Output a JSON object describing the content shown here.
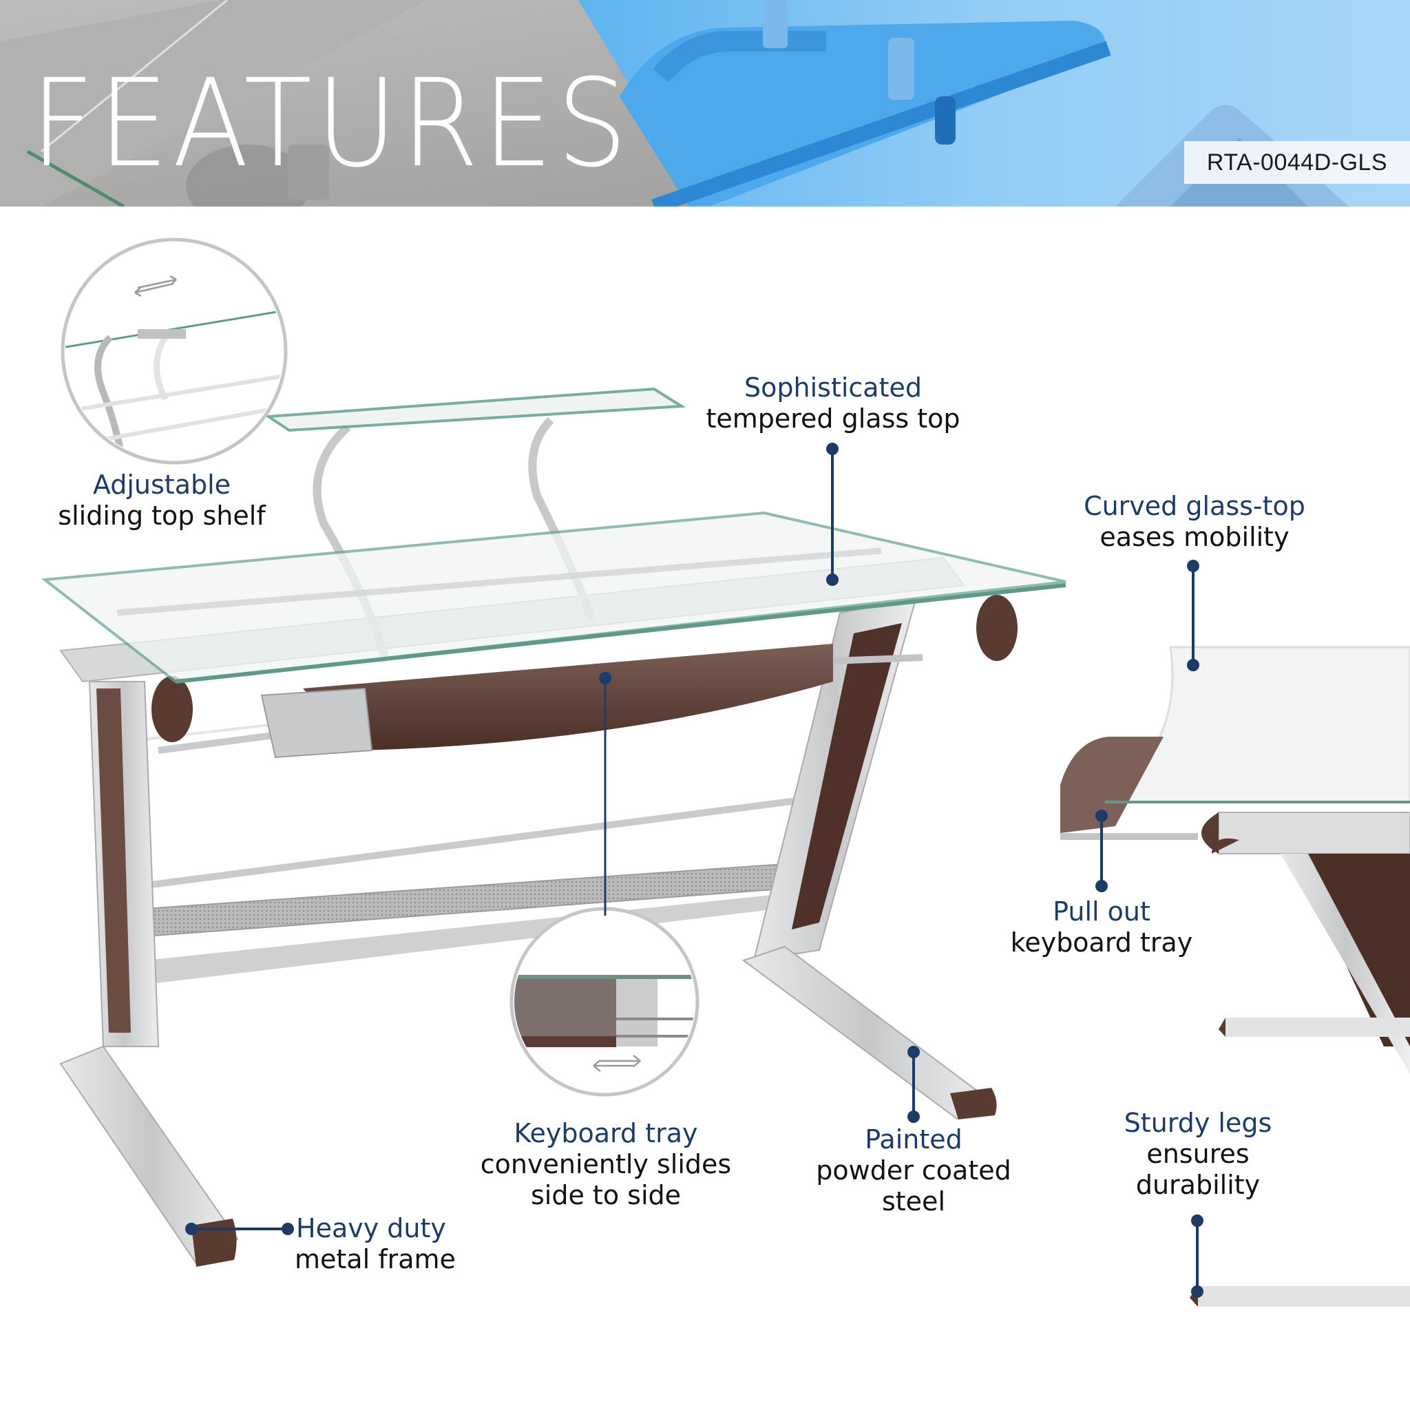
{
  "banner": {
    "title": "FEATURES",
    "sku": "RTA-0044D-GLS"
  },
  "colors": {
    "accent_navy": "#1c3b66",
    "callout_line": "#1c3b66",
    "body_text": "#111111",
    "banner_gray": "#a8a8a8",
    "banner_blue": "#7cc2f4",
    "wood": "#5a3b32",
    "metal": "#d5d6d8",
    "glass_edge": "#5e9a86"
  },
  "callouts": [
    {
      "id": "sliding-shelf",
      "head": "Adjustable",
      "lines": [
        "sliding top shelf"
      ]
    },
    {
      "id": "glass-top",
      "head": "Sophisticated",
      "lines": [
        "tempered glass top"
      ]
    },
    {
      "id": "curved-top",
      "head": "Curved glass-top",
      "lines": [
        "eases mobility"
      ]
    },
    {
      "id": "pullout-tray",
      "head": "Pull out",
      "lines": [
        "keyboard tray"
      ]
    },
    {
      "id": "keyboard-tray",
      "head": "Keyboard tray",
      "lines": [
        "conveniently slides",
        "side to side"
      ]
    },
    {
      "id": "powder-coated",
      "head": "Painted",
      "lines": [
        "powder coated",
        "steel"
      ]
    },
    {
      "id": "sturdy-legs",
      "head": "Sturdy legs",
      "lines": [
        "ensures",
        "durability"
      ]
    },
    {
      "id": "metal-frame",
      "head": "Heavy duty",
      "lines": [
        "metal frame"
      ]
    }
  ],
  "icons": {
    "slide_arrows": "double-arrow-icon"
  }
}
